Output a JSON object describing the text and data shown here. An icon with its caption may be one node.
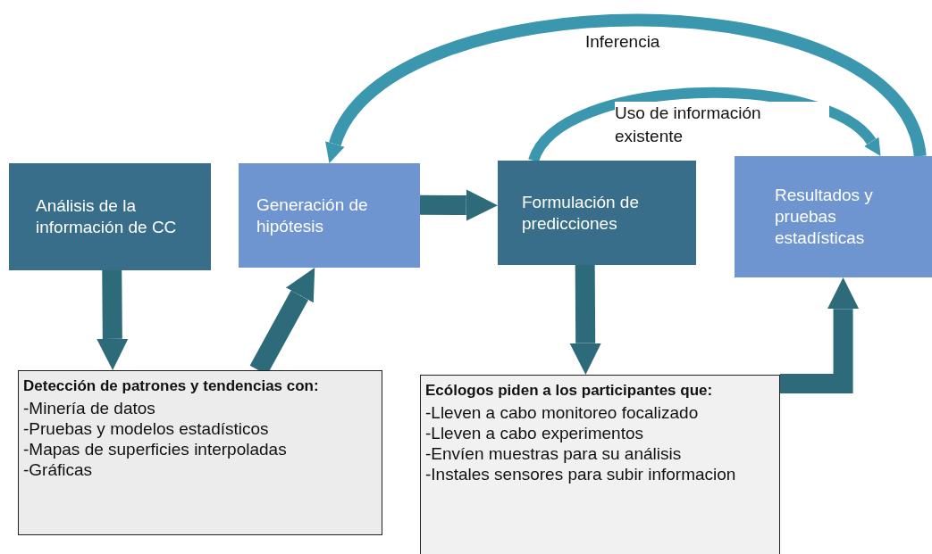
{
  "diagram": {
    "nodes": [
      {
        "text": [
          "Análisis de la información de CC"
        ]
      },
      {
        "text": [
          "Generación de hipótesis"
        ]
      },
      {
        "text": [
          "Formulación de predicciones"
        ]
      },
      {
        "text": [
          "Resultados y pruebas estadísticas"
        ]
      },
      {
        "text": [
          "Detección de patrones y tendencias con:",
          "-Minería de datos",
          "-Pruebas y modelos estadísticos",
          "-Mapas de superficies interpoladas",
          "-Gráficas"
        ]
      },
      {
        "text": [
          "Ecólogos piden a los participantes que:",
          "-Lleven a cabo monitoreo focalizado",
          "-Lleven a cabo experimentos",
          "-Envíen muestras para su análisis",
          "-Instales sensores para subir informacion"
        ]
      }
    ],
    "edges": [
      {
        "from": 0,
        "to": 4,
        "arrow": "to"
      },
      {
        "from": 4,
        "to": 1,
        "arrow": "to"
      },
      {
        "from": 1,
        "to": 2,
        "arrow": "to"
      },
      {
        "from": 2,
        "to": 5,
        "arrow": "to"
      },
      {
        "from": 5,
        "to": 3,
        "arrow": "to"
      },
      {
        "from": 3,
        "to": 1,
        "arrow": "to",
        "label": "Inferencia",
        "color": "#3b97ad"
      },
      {
        "from": 2,
        "to": 3,
        "arrow": "to",
        "label": "Uso de información existente",
        "color": "#3b97ad"
      }
    ]
  }
}
